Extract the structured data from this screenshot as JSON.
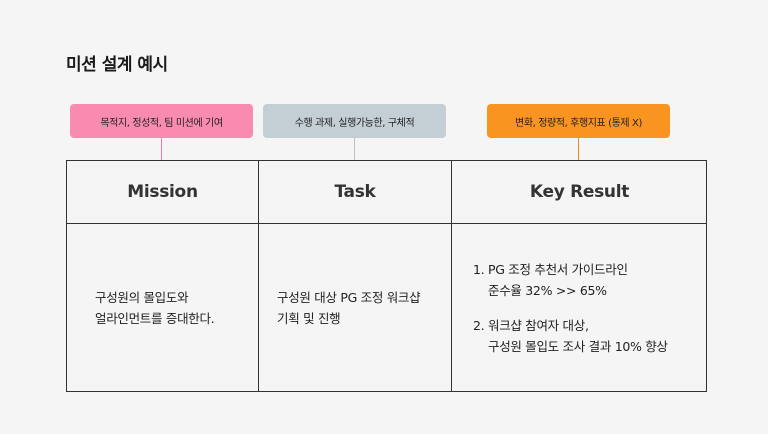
{
  "title": "미션 설계 예시",
  "tags": {
    "mission": {
      "label": "목적지, 정성적, 팀 미션에 기여",
      "color": "#f98bb0",
      "line": "#f07aa3"
    },
    "task": {
      "label": "수행 과제, 실행가능한, 구체적",
      "color": "#c4ced5",
      "line": "#b4c1ca"
    },
    "key_result": {
      "label": "변화, 정량적, 후행지표 (통제 X)",
      "color": "#fa9420",
      "line": "#f08a14"
    }
  },
  "columns": {
    "mission": "Mission",
    "task": "Task",
    "key_result": "Key Result"
  },
  "content": {
    "mission": "구성원의 몰입도와\n얼라인먼트를 증대한다.",
    "task": "구성원 대상 PG 조정 워크샵\n기획 및 진행",
    "key_results": [
      {
        "num": "1.",
        "text": "PG 조정 추천서 가이드라인\n준수율 32% >> 65%"
      },
      {
        "num": "2.",
        "text": "워크샵 참여자 대상,\n구성원 몰입도 조사 결과 10% 향상"
      }
    ]
  }
}
